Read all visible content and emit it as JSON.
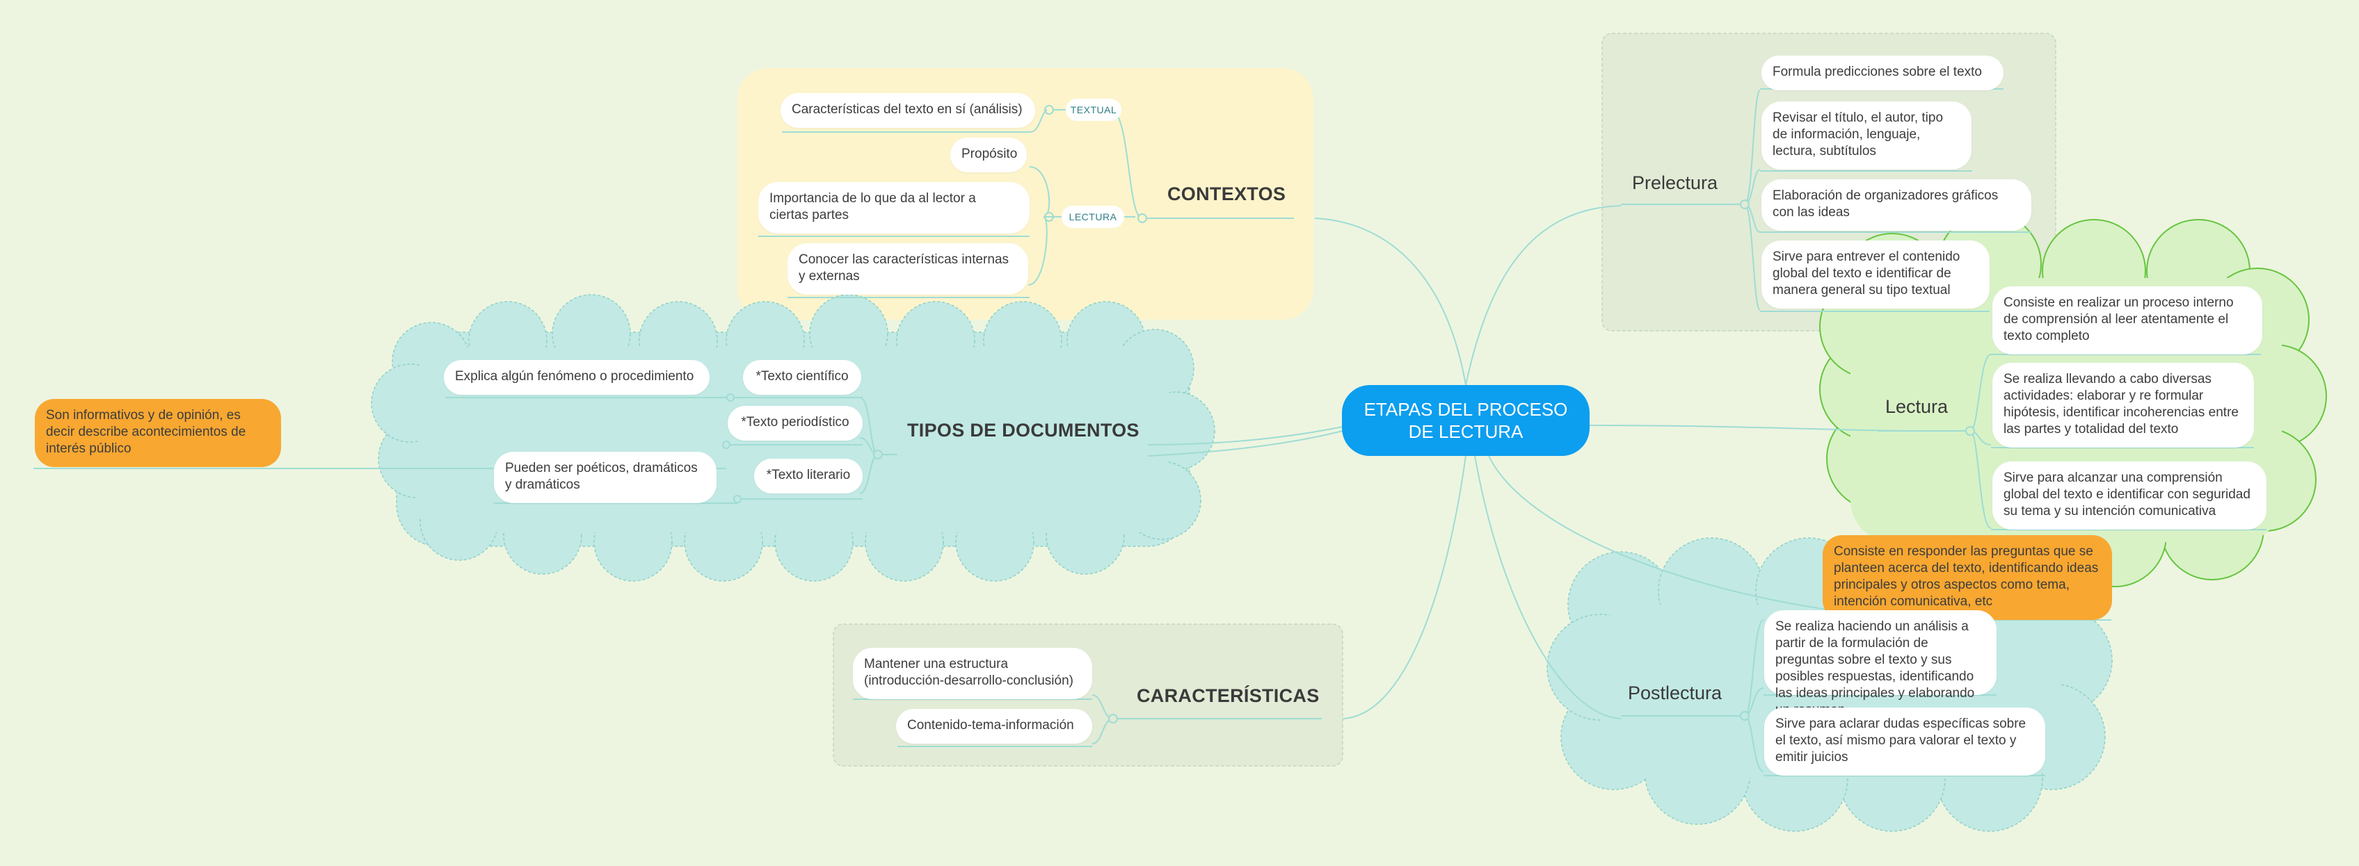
{
  "central": {
    "label": "ETAPAS DEL PROCESO DE LECTURA"
  },
  "contextos": {
    "title": "CONTEXTOS",
    "textual_label": "TEXTUAL",
    "lectura_label": "LECTURA",
    "textual_items": [
      "Características del texto en sí (análisis)"
    ],
    "lectura_items": [
      "Propósito",
      "Importancia de lo que da al lector a ciertas partes",
      "Conocer las características internas y externas"
    ]
  },
  "tipos": {
    "title": "TIPOS DE DOCUMENTOS",
    "items": [
      {
        "label": "*Texto científico",
        "detail": "Explica algún fenómeno o procedimiento"
      },
      {
        "label": "*Texto periodístico",
        "detail": "Son informativos y de opinión, es decir describe acontecimientos de interés público"
      },
      {
        "label": "*Texto literario",
        "detail": "Pueden ser poéticos, dramáticos y dramáticos"
      }
    ]
  },
  "caracteristicas": {
    "title": "CARACTERÍSTICAS",
    "items": [
      "Mantener una estructura (introducción-desarrollo-conclusión)",
      "Contenido-tema-información"
    ]
  },
  "prelectura": {
    "title": "Prelectura",
    "items": [
      "Formula predicciones sobre el texto",
      "Revisar el título, el autor, tipo de información, lenguaje, lectura, subtítulos",
      "Elaboración de organizadores gráficos con las ideas",
      "Sirve para entrever el contenido global del texto e identificar de manera general su tipo textual"
    ]
  },
  "lectura": {
    "title": "Lectura",
    "items": [
      "Consiste en realizar un proceso interno de comprensión al leer atentamente el texto completo",
      "Se realiza llevando a cabo diversas actividades: elaborar y re formular hipótesis, identificar incoherencias entre las partes y totalidad del texto",
      "Sirve para alcanzar una comprensión global del texto e identificar con seguridad su tema y su intención comunicativa"
    ]
  },
  "postlectura": {
    "title": "Postlectura",
    "items": [
      "Consiste en responder las preguntas que se planteen acerca del texto, identificando ideas principales y otros aspectos como tema, intención comunicativa, etc",
      "Se realiza haciendo un análisis a partir de la formulación de preguntas sobre el texto y sus posibles respuestas, identificando las ideas principales y elaborando un resumen",
      "Sirve para aclarar dudas específicas sobre el texto, así mismo para valorar el texto y emitir juicios"
    ]
  },
  "colors": {
    "background": "#edf5e0",
    "central": "#0c9eef",
    "connector": "#9fdcd4",
    "contextos_bg": "#fdf4cc",
    "cloud_cyan": "#c2e9e4",
    "cloud_green": "#d8f2c6",
    "rect_grey_green": "#e2ebd6",
    "orange": "#f8a731"
  }
}
